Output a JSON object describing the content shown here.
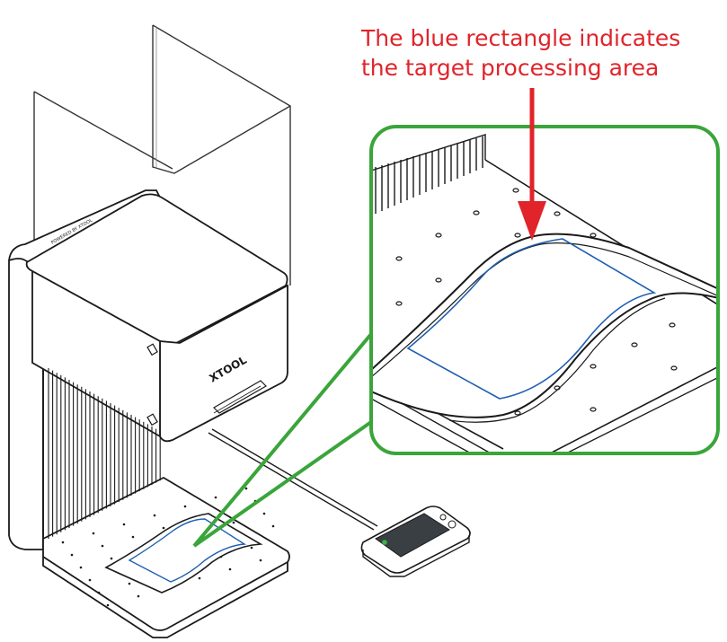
{
  "annotation": {
    "line1": "The blue rectangle indicates",
    "line2": "the target processing area"
  },
  "device": {
    "brand_logo": "XTOOL",
    "lid_small_text": "POWERED BY XTOOL"
  },
  "colors": {
    "annotation_text": "#e0242a",
    "arrow": "#e0242a",
    "highlight_border": "#3aa53a",
    "target_area": "#1f5fb0",
    "outline": "#1a1a1a",
    "screen": "#3a3f44",
    "screen_dot": "#3ab34a"
  }
}
